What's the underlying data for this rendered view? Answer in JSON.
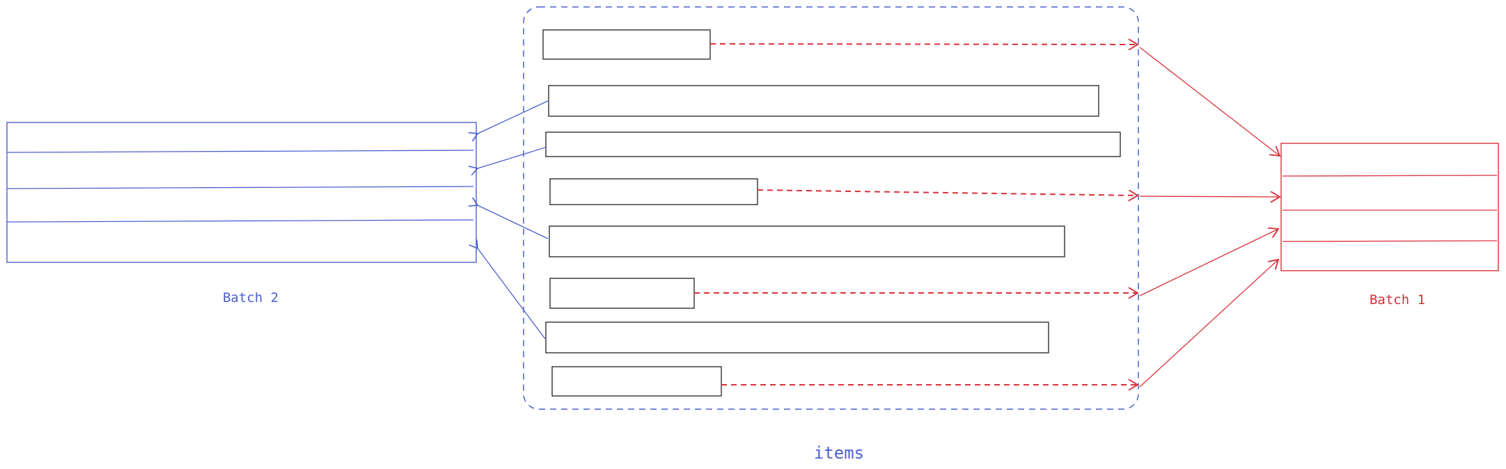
{
  "labels": {
    "batch2": "Batch 2",
    "batch1": "Batch 1",
    "items": "items"
  },
  "colors": {
    "batch2": "#4a5fcf",
    "batch1": "#d9303a",
    "item_stroke": "#1e1e1e",
    "container_stroke": "#4a5fcf",
    "background": "#ffffff"
  },
  "items_container": {
    "style": "dashed",
    "item_count": 8
  },
  "batch2_table": {
    "rows": 4
  },
  "batch1_table": {
    "rows": 4
  }
}
